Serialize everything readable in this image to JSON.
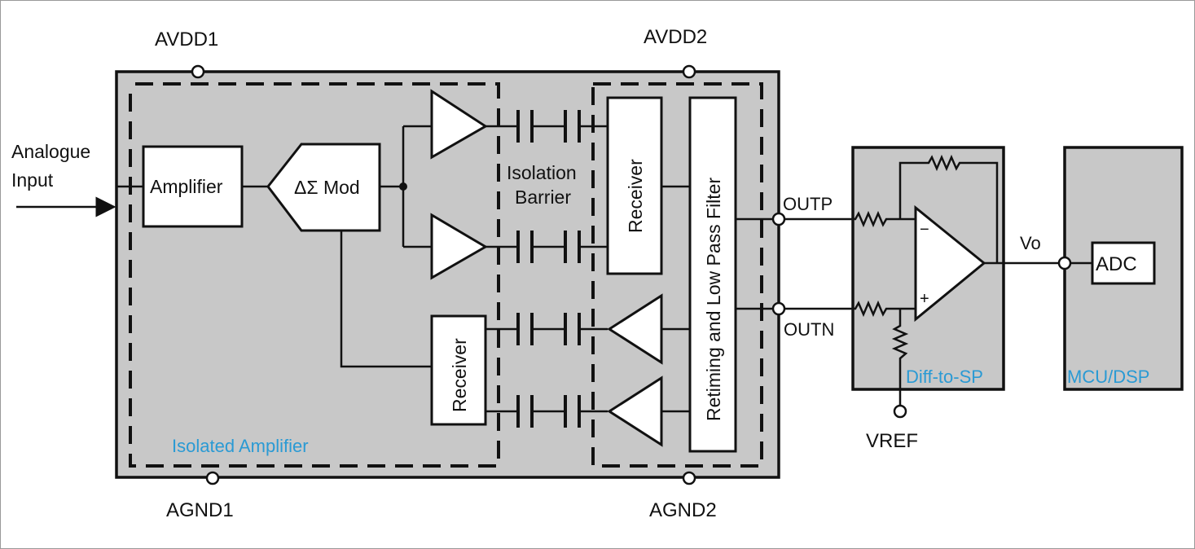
{
  "diagram": {
    "title": "Isolated amplifier signal chain",
    "labels": {
      "analogue_input_line1": "Analogue",
      "analogue_input_line2": "Input",
      "avdd1": "AVDD1",
      "avdd2": "AVDD2",
      "agnd1": "AGND1",
      "agnd2": "AGND2",
      "amplifier": "Amplifier",
      "modulator": "ΔΣ Mod",
      "isolation_barrier_line1": "Isolation",
      "isolation_barrier_line2": "Barrier",
      "receiver_top": "Receiver",
      "receiver_bottom": "Receiver",
      "filter": "Retiming and Low Pass Filter",
      "outp": "OUTP",
      "outn": "OUTN",
      "vref": "VREF",
      "vo": "Vo",
      "adc": "ADC",
      "opamp_minus": "−",
      "opamp_plus": "+"
    },
    "block_captions": {
      "isolated_amplifier": "Isolated Amplifier",
      "diff_to_sp": "Diff-to-SP",
      "mcu_dsp": "MCU/DSP"
    },
    "colors": {
      "block_fill": "#c8c8c8",
      "caption": "#2a9ad4",
      "line": "#111111"
    }
  }
}
